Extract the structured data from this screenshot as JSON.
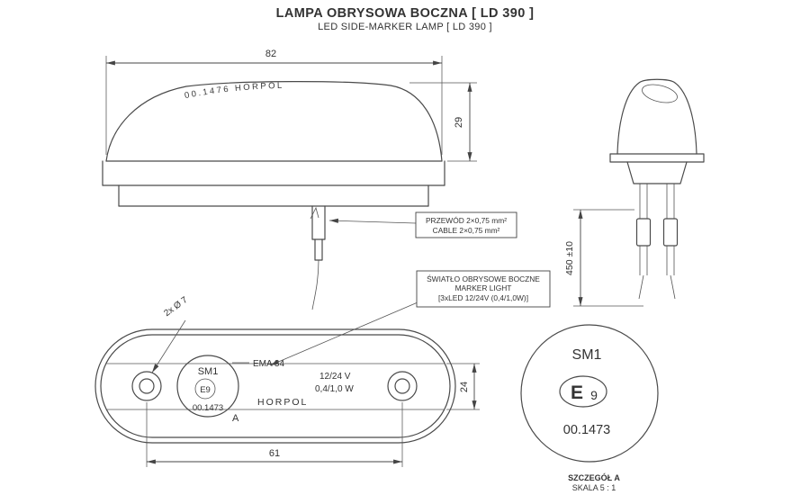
{
  "title": "LAMPA OBRYSOWA BOCZNA [ LD 390 ]",
  "subtitle": "LED SIDE-MARKER LAMP [ LD 390 ]",
  "side_view": {
    "lens_marking": "00.1476   HORPOL",
    "width_dim": "82",
    "height_dim": "29"
  },
  "cable_note": {
    "line1": "PRZEWÓD 2×0,75 mm²",
    "line2": "CABLE 2×0,75 mm²"
  },
  "front_view": {
    "cable_length_dim": "450 ±10"
  },
  "plan_view": {
    "holes_label": "2x Ø 7",
    "sm_mark": "SM1",
    "e_mark": "E9",
    "part_number": "00.1473",
    "ema_label": "EMA 34",
    "voltage_label": "12/24 V",
    "power_label": "0,4/1,0 W",
    "brand": "HORPOL",
    "detail_ref": "A",
    "length_dim": "61",
    "width_dim": "24"
  },
  "marker_note": {
    "line1": "ŚWIATŁO OBRYSOWE BOCZNE",
    "line2": "MARKER LIGHT",
    "line3": "[3xLED 12/24V (0,4/1,0W)]"
  },
  "detail_view": {
    "sm_mark": "SM1",
    "e_letter": "E",
    "e_digit": "9",
    "part_number": "00.1473",
    "caption_line1": "SZCZEGÓŁ A",
    "caption_line2": "SKALA 5 : 1"
  }
}
